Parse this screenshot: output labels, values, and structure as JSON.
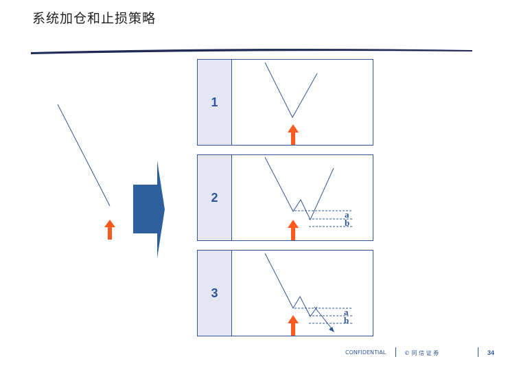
{
  "slide": {
    "title": "系统加仓和止损策略",
    "colors": {
      "accent": "#2e5597",
      "arrow": "#ff5a1f",
      "panel_bg": "#e4e7f3"
    }
  },
  "panels": [
    {
      "number": "1"
    },
    {
      "number": "2",
      "labels": [
        "a",
        "b"
      ]
    },
    {
      "number": "3",
      "labels": [
        "a",
        "b"
      ]
    }
  ],
  "footer": {
    "confidential": "CONFIDENTIAL",
    "copyright": "© 同 信 证 券",
    "page": "34"
  }
}
